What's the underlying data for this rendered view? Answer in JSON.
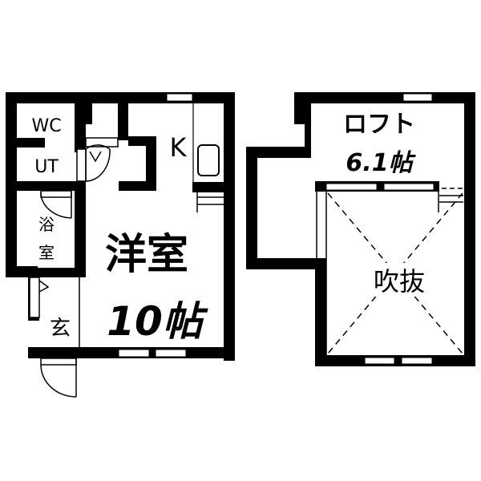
{
  "floor_plan": {
    "background": "#ffffff",
    "wall_color": "#000000",
    "first_floor": {
      "rooms": {
        "wc": "WC",
        "ut": "UT",
        "bath_line1": "浴",
        "bath_line2": "室",
        "kitchen": "K",
        "western_room": "洋室",
        "western_room_size": "10帖",
        "entrance": "玄"
      }
    },
    "loft_floor": {
      "rooms": {
        "loft": "ロフト",
        "loft_size": "6.1帖",
        "open_ceiling": "吹抜"
      }
    }
  }
}
